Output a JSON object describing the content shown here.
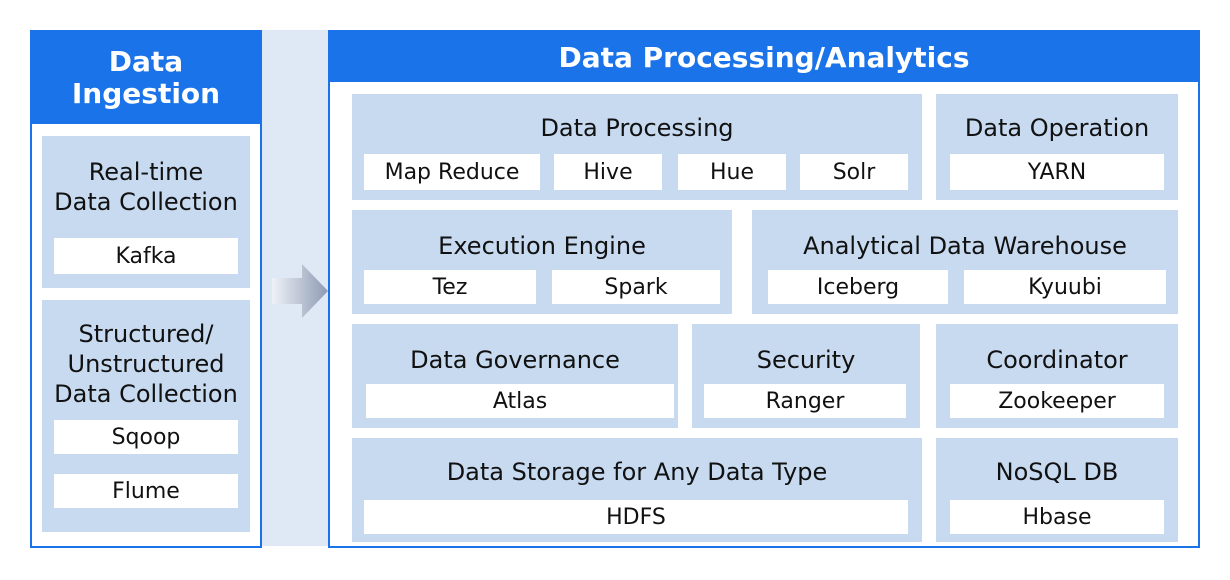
{
  "ingestion": {
    "title_line1": "Data",
    "title_line2": "Ingestion",
    "realtime": {
      "line1": "Real-time",
      "line2": "Data Collection",
      "tools": [
        "Kafka"
      ]
    },
    "structured": {
      "line1": "Structured/",
      "line2": "Unstructured",
      "line3": "Data Collection",
      "tools": [
        "Sqoop",
        "Flume"
      ]
    }
  },
  "analytics": {
    "title": "Data Processing/Analytics",
    "processing": {
      "label": "Data Processing",
      "tools": [
        "Map Reduce",
        "Hive",
        "Hue",
        "Solr"
      ]
    },
    "operation": {
      "label": "Data Operation",
      "tools": [
        "YARN"
      ]
    },
    "execution": {
      "label": "Execution Engine",
      "tools": [
        "Tez",
        "Spark"
      ]
    },
    "warehouse": {
      "label": "Analytical Data Warehouse",
      "tools": [
        "Iceberg",
        "Kyuubi"
      ]
    },
    "governance": {
      "label": "Data Governance",
      "tools": [
        "Atlas"
      ]
    },
    "security": {
      "label": "Security",
      "tools": [
        "Ranger"
      ]
    },
    "coordinator": {
      "label": "Coordinator",
      "tools": [
        "Zookeeper"
      ]
    },
    "storage": {
      "label": "Data Storage for Any Data Type",
      "tools": [
        "HDFS"
      ]
    },
    "nosql": {
      "label": "NoSQL DB",
      "tools": [
        "Hbase"
      ]
    }
  },
  "colors": {
    "accent": "#1a73e8",
    "box": "#c7daf0",
    "connector": "#dfe8f5"
  }
}
